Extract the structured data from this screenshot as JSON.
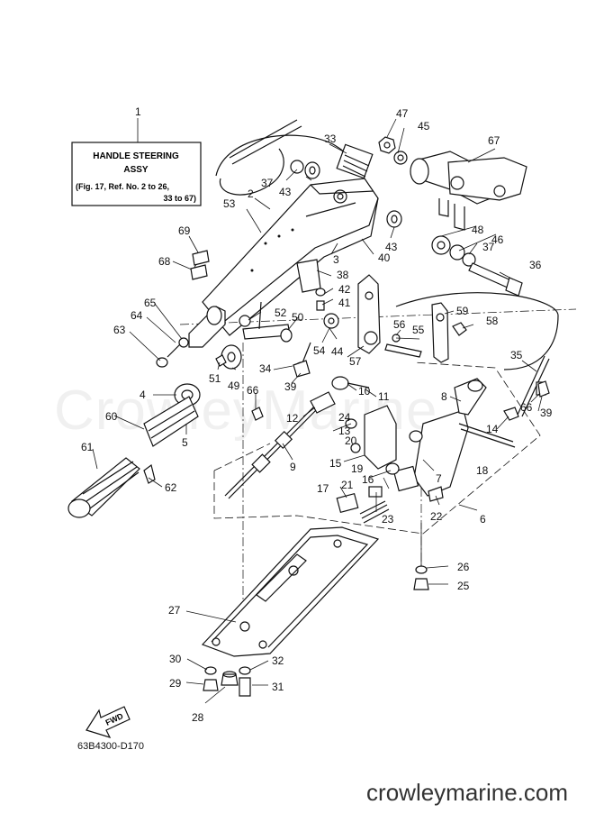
{
  "title_box": {
    "ref": "1",
    "title_line1": "HANDLE STEERING",
    "title_line2": "ASSY",
    "note_line1": "(Fig. 17, Ref. No. 2 to 26,",
    "note_line2": "33 to 67)"
  },
  "callouts": [
    "2",
    "3",
    "4",
    "5",
    "6",
    "7",
    "8",
    "9",
    "10",
    "11",
    "12",
    "13",
    "14",
    "15",
    "16",
    "17",
    "18",
    "19",
    "20",
    "21",
    "22",
    "23",
    "24",
    "25",
    "26",
    "27",
    "28",
    "29",
    "30",
    "31",
    "32",
    "33",
    "34",
    "35",
    "36",
    "37",
    "37",
    "38",
    "39",
    "39",
    "40",
    "41",
    "42",
    "43",
    "43",
    "44",
    "45",
    "46",
    "47",
    "48",
    "49",
    "50",
    "51",
    "52",
    "53",
    "54",
    "55",
    "56",
    "57",
    "58",
    "59",
    "60",
    "61",
    "62",
    "63",
    "64",
    "65",
    "66",
    "66",
    "67",
    "68",
    "69"
  ],
  "fwd_label": "FWD",
  "diagram_code": "63B4300-D170",
  "watermark": "CrowleyMarine",
  "site_url": "crowleymarine.com"
}
